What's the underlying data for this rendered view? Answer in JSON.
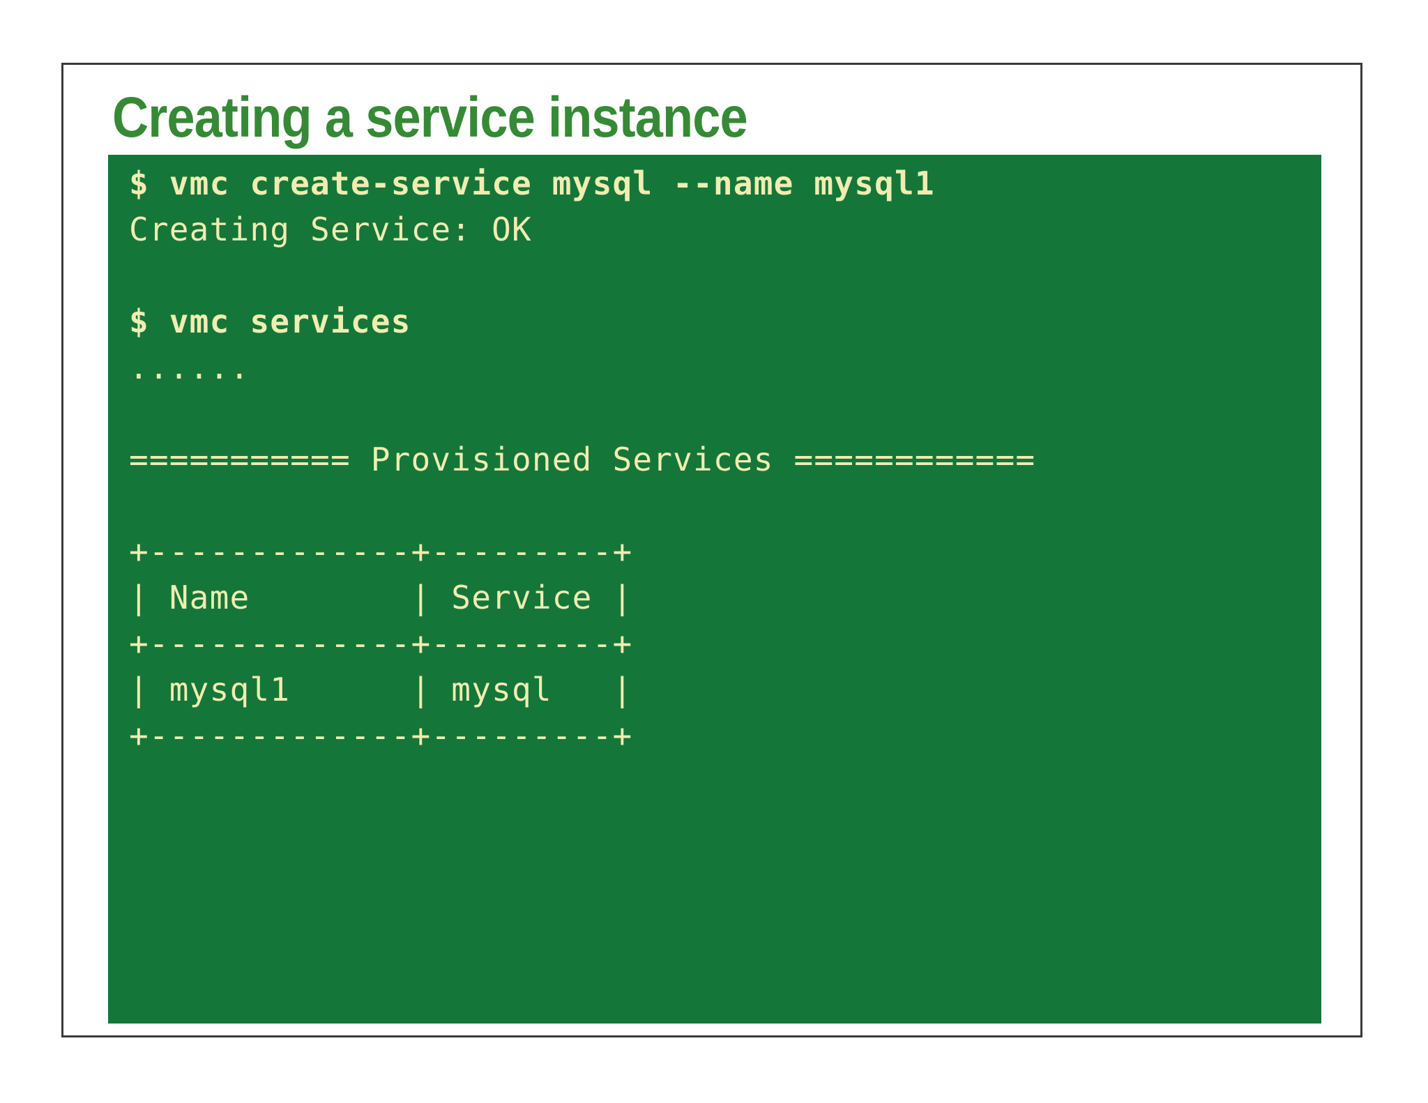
{
  "slide": {
    "title": "Creating a service instance",
    "title_color": "#368a36",
    "page_background": "#ffffff",
    "frame_border_color": "#3a3a3a"
  },
  "terminal": {
    "background_color": "#15763a",
    "text_color": "#f0edb0",
    "lines": [
      {
        "text": "$ vmc create-service mysql --name mysql1",
        "bold": true
      },
      {
        "text": "Creating Service: OK",
        "bold": false
      },
      {
        "text": "",
        "bold": false
      },
      {
        "text": "$ vmc services",
        "bold": true
      },
      {
        "text": "......",
        "bold": false
      },
      {
        "text": "",
        "bold": false
      },
      {
        "text": "=========== Provisioned Services ============",
        "bold": false
      },
      {
        "text": "",
        "bold": false
      },
      {
        "text": "+-------------+---------+",
        "bold": false
      },
      {
        "text": "| Name        | Service |",
        "bold": false
      },
      {
        "text": "+-------------+---------+",
        "bold": false
      },
      {
        "text": "| mysql1      | mysql   |",
        "bold": false
      },
      {
        "text": "+-------------+---------+",
        "bold": false
      }
    ],
    "commands": [
      "vmc create-service mysql --name mysql1",
      "vmc services"
    ],
    "status_message": "Creating Service: OK",
    "section_header": "Provisioned Services",
    "table": {
      "headers": [
        "Name",
        "Service"
      ],
      "rows": [
        [
          "mysql1",
          "mysql"
        ]
      ]
    }
  }
}
